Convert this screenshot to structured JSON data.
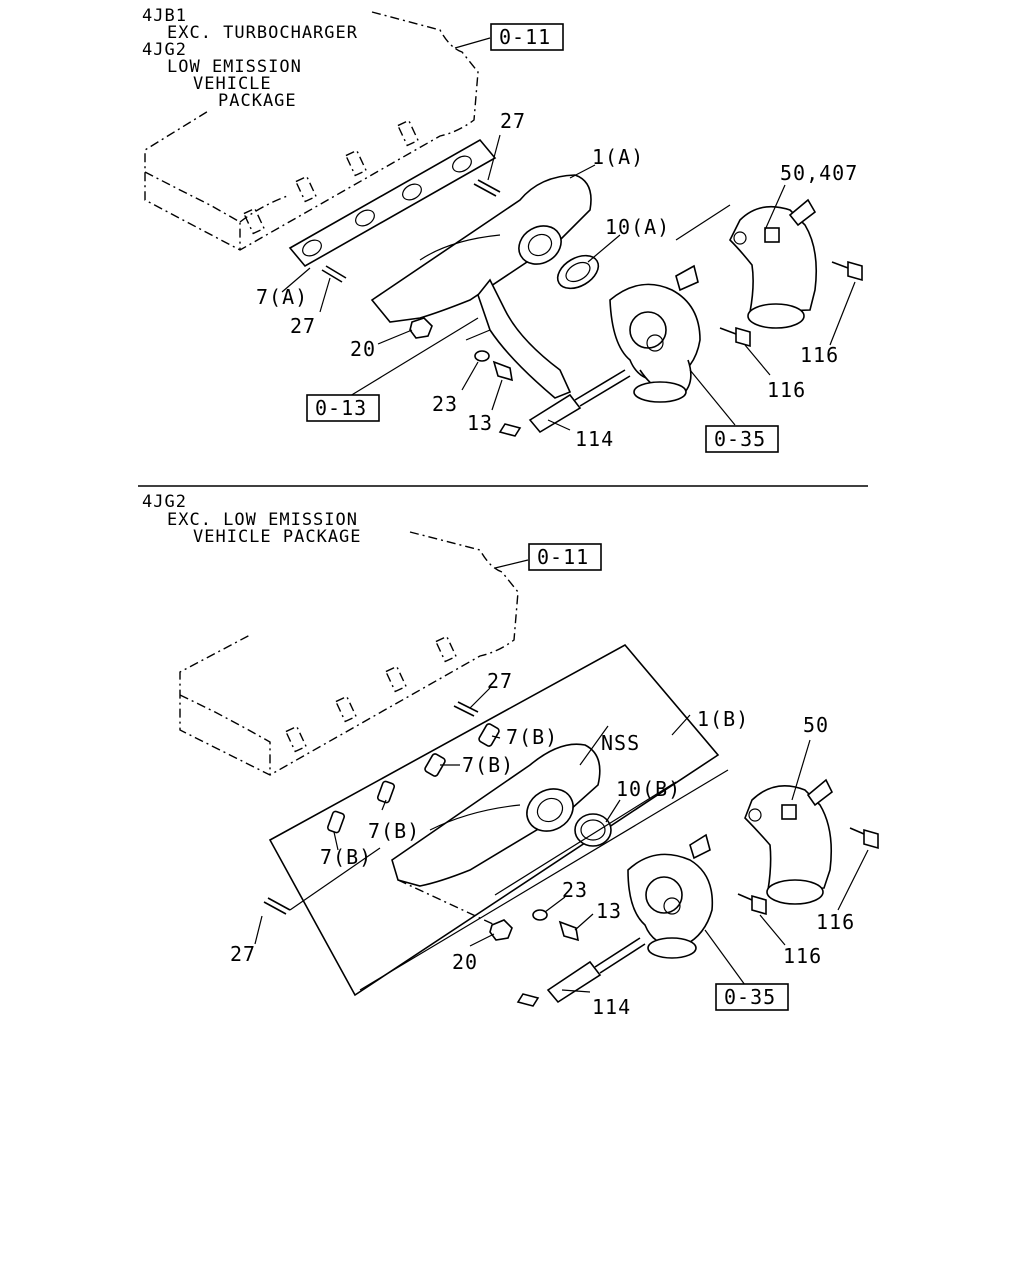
{
  "section_top": {
    "header": [
      "4JB1",
      "EXC. TURBOCHARGER",
      "4JG2",
      "LOW EMISSION",
      "VEHICLE",
      "PACKAGE"
    ],
    "refs": {
      "r011": "0-11",
      "r013": "0-13",
      "r035": "0-35"
    },
    "labels": {
      "p27a": "27",
      "p1a": "1(A)",
      "p50": "50,407",
      "p10a": "10(A)",
      "p7a": "7(A)",
      "p27b": "27",
      "p20": "20",
      "p116a": "116",
      "p116b": "116",
      "p23": "23",
      "p13": "13",
      "p114": "114"
    }
  },
  "section_bottom": {
    "header": [
      "4JG2",
      "EXC. LOW EMISSION",
      "VEHICLE PACKAGE"
    ],
    "refs": {
      "r011": "0-11",
      "r035": "0-35"
    },
    "labels": {
      "p27a": "27",
      "p1b": "1(B)",
      "pnss": "NSS",
      "p50": "50",
      "p7b1": "7(B)",
      "p7b2": "7(B)",
      "p7b3": "7(B)",
      "p7b4": "7(B)",
      "p10b": "10(B)",
      "p23": "23",
      "p13": "13",
      "p116a": "116",
      "p116b": "116",
      "p27b": "27",
      "p20": "20",
      "p114": "114"
    }
  }
}
